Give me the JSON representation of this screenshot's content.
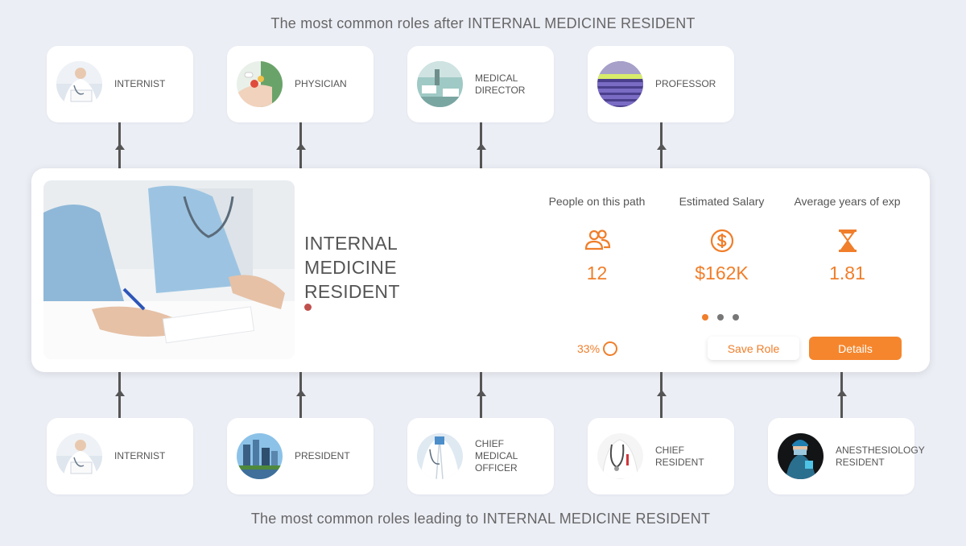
{
  "headings": {
    "after": "The most common roles after INTERNAL MEDICINE RESIDENT",
    "leading": "The most common roles leading to INTERNAL MEDICINE RESIDENT"
  },
  "next_roles": [
    {
      "label": "INTERNIST",
      "icon": "doctor-writing-photo"
    },
    {
      "label": "PHYSICIAN",
      "icon": "pills-hand-photo"
    },
    {
      "label": "MEDICAL\nDIRECTOR",
      "icon": "hospital-ward-photo"
    },
    {
      "label": "PROFESSOR",
      "icon": "lecture-hall-photo"
    }
  ],
  "previous_roles": [
    {
      "label": "INTERNIST",
      "icon": "doctor-writing-photo"
    },
    {
      "label": "PRESIDENT",
      "icon": "city-skyline-photo"
    },
    {
      "label": "CHIEF\nMEDICAL\nOFFICER",
      "icon": "doctor-coat-photo"
    },
    {
      "label": "CHIEF\nRESIDENT",
      "icon": "stethoscope-coat-photo"
    },
    {
      "label": "ANESTHESIOLOGY\nRESIDENT",
      "icon": "surgeon-photo"
    }
  ],
  "current_role": {
    "title": "INTERNAL MEDICINE RESIDENT",
    "image": "nurses-writing-photo",
    "stats": [
      {
        "label": "People on this path",
        "value": "12",
        "icon": "people-icon"
      },
      {
        "label": "Estimated Salary",
        "value": "$162K",
        "icon": "dollar-icon"
      },
      {
        "label": "Average years of exp",
        "value": "1.81",
        "icon": "hourglass-icon"
      }
    ],
    "progress": "33%",
    "carousel": {
      "count": 3,
      "active": 0
    },
    "save_label": "Save Role",
    "details_label": "Details"
  },
  "colors": {
    "accent": "#f07e2a",
    "background": "#eceef6",
    "marker": "#c0504d"
  }
}
